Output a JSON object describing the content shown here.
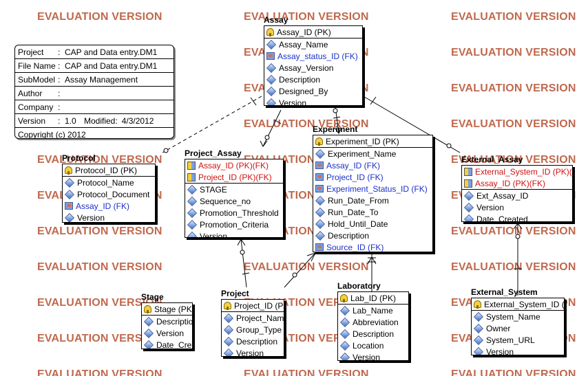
{
  "watermark": "EVALUATION VERSION",
  "info": {
    "project_label": "Project",
    "project_value": "CAP and Data entry.DM1",
    "file_label": "File Name",
    "file_value": "CAP and Data entry.DM1",
    "submodel_label": "SubModel",
    "submodel_value": "Assay Management",
    "author_label": "Author",
    "author_value": "",
    "company_label": "Company",
    "company_value": "",
    "version_label": "Version",
    "version_value": "1.0",
    "modified_label": "Modified:",
    "modified_value": "4/3/2012",
    "copyright": "Copyright (c)  2012"
  },
  "entities": {
    "assay": {
      "title": "Assay",
      "attributes": [
        {
          "text": "Assay_ID (PK)",
          "key": "pk"
        },
        {
          "text": "Assay_Name",
          "key": "attr"
        },
        {
          "text": "Assay_status_ID (FK)",
          "key": "fk"
        },
        {
          "text": "Assay_Version",
          "key": "attr"
        },
        {
          "text": "Description",
          "key": "attr"
        },
        {
          "text": "Designed_By",
          "key": "attr"
        },
        {
          "text": "Version",
          "key": "attr"
        }
      ]
    },
    "protocol": {
      "title": "Protocol",
      "attributes": [
        {
          "text": "Protocol_ID (PK)",
          "key": "pk"
        },
        {
          "text": "Protocol_Name",
          "key": "attr"
        },
        {
          "text": "Protocol_Document",
          "key": "attr"
        },
        {
          "text": "Assay_ID (FK)",
          "key": "fk"
        },
        {
          "text": "Version",
          "key": "attr"
        }
      ]
    },
    "project_assay": {
      "title": "Project_Assay",
      "attributes": [
        {
          "text": "Assay_ID (PK)(FK)",
          "key": "pkfk"
        },
        {
          "text": "Project_ID (PK)(FK)",
          "key": "pkfk"
        },
        {
          "text": "STAGE",
          "key": "attr"
        },
        {
          "text": "Sequence_no",
          "key": "attr"
        },
        {
          "text": "Promotion_Threshold",
          "key": "attr"
        },
        {
          "text": "Promotion_Criteria",
          "key": "attr"
        },
        {
          "text": "Version",
          "key": "attr"
        }
      ]
    },
    "experiment": {
      "title": "Experiment",
      "attributes": [
        {
          "text": "Experiment_ID (PK)",
          "key": "pk"
        },
        {
          "text": "Experiment_Name",
          "key": "attr"
        },
        {
          "text": "Assay_ID (FK)",
          "key": "fk"
        },
        {
          "text": "Project_ID (FK)",
          "key": "fk"
        },
        {
          "text": "Experiment_Status_ID (FK)",
          "key": "fk"
        },
        {
          "text": "Run_Date_From",
          "key": "attr"
        },
        {
          "text": "Run_Date_To",
          "key": "attr"
        },
        {
          "text": "Hold_Until_Date",
          "key": "attr"
        },
        {
          "text": "Description",
          "key": "attr"
        },
        {
          "text": "Source_ID (FK)",
          "key": "fk"
        }
      ]
    },
    "external_assay": {
      "title": "External_Assay",
      "attributes": [
        {
          "text": "External_System_ID (PK)(",
          "key": "pkfk"
        },
        {
          "text": "Assay_ID (PK)(FK)",
          "key": "pkfk"
        },
        {
          "text": "Ext_Assay_ID",
          "key": "attr"
        },
        {
          "text": "Version",
          "key": "attr"
        },
        {
          "text": "Date_Created",
          "key": "attr"
        }
      ]
    },
    "stage": {
      "title": "Stage",
      "attributes": [
        {
          "text": "Stage (PK",
          "key": "pk"
        },
        {
          "text": "Descriptio",
          "key": "attr"
        },
        {
          "text": "Version",
          "key": "attr"
        },
        {
          "text": "Date_Cre",
          "key": "attr"
        }
      ]
    },
    "project": {
      "title": "Project",
      "attributes": [
        {
          "text": "Project_ID (P",
          "key": "pk"
        },
        {
          "text": "Project_Nam",
          "key": "attr"
        },
        {
          "text": "Group_Type",
          "key": "attr"
        },
        {
          "text": "Description",
          "key": "attr"
        },
        {
          "text": "Version",
          "key": "attr"
        }
      ]
    },
    "laboratory": {
      "title": "Laboratory",
      "attributes": [
        {
          "text": "Lab_ID (PK)",
          "key": "pk"
        },
        {
          "text": "Lab_Name",
          "key": "attr"
        },
        {
          "text": "Abbreviation",
          "key": "attr"
        },
        {
          "text": "Description",
          "key": "attr"
        },
        {
          "text": "Location",
          "key": "attr"
        },
        {
          "text": "Version",
          "key": "attr"
        }
      ]
    },
    "external_system": {
      "title": "External_System",
      "attributes": [
        {
          "text": "External_System_ID (P",
          "key": "pk"
        },
        {
          "text": "System_Name",
          "key": "attr"
        },
        {
          "text": "Owner",
          "key": "attr"
        },
        {
          "text": "System_URL",
          "key": "attr"
        },
        {
          "text": "Version",
          "key": "attr"
        }
      ]
    }
  }
}
